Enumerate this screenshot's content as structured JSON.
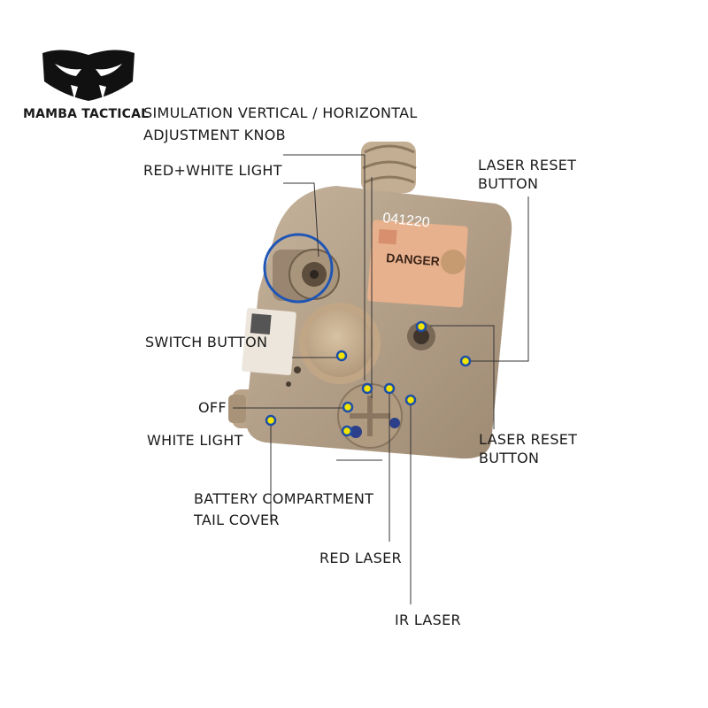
{
  "brand": {
    "name": "MAMBA TACTICAL",
    "logo_icon": "snake-head-logo-icon"
  },
  "device": {
    "serial": "041220",
    "warning": "DANGER",
    "colors": {
      "body": "#b4a08a",
      "knob": "#cbb79e",
      "dot": "#f2e500",
      "dot_ring": "#1d4fa8",
      "highlight_ring": "#1f55b5"
    }
  },
  "callouts": {
    "sim_knob_line1": "SIMULATION VERTICAL / HORIZONTAL",
    "sim_knob_line2": "ADJUSTMENT KNOB",
    "red_white_light": "RED+WHITE LIGHT",
    "laser_reset_top_line1": "LASER RESET",
    "laser_reset_top_line2": "BUTTON",
    "switch_button": "SWITCH  BUTTON",
    "off": "OFF",
    "white_light": "WHITE LIGHT",
    "laser_reset_bottom_line1": "LASER RESET",
    "laser_reset_bottom_line2": "BUTTON",
    "battery_line1": "BATTERY COMPARTMENT",
    "battery_line2": "TAIL COVER",
    "red_laser": "RED LASER",
    "ir_laser": "IR LASER"
  }
}
